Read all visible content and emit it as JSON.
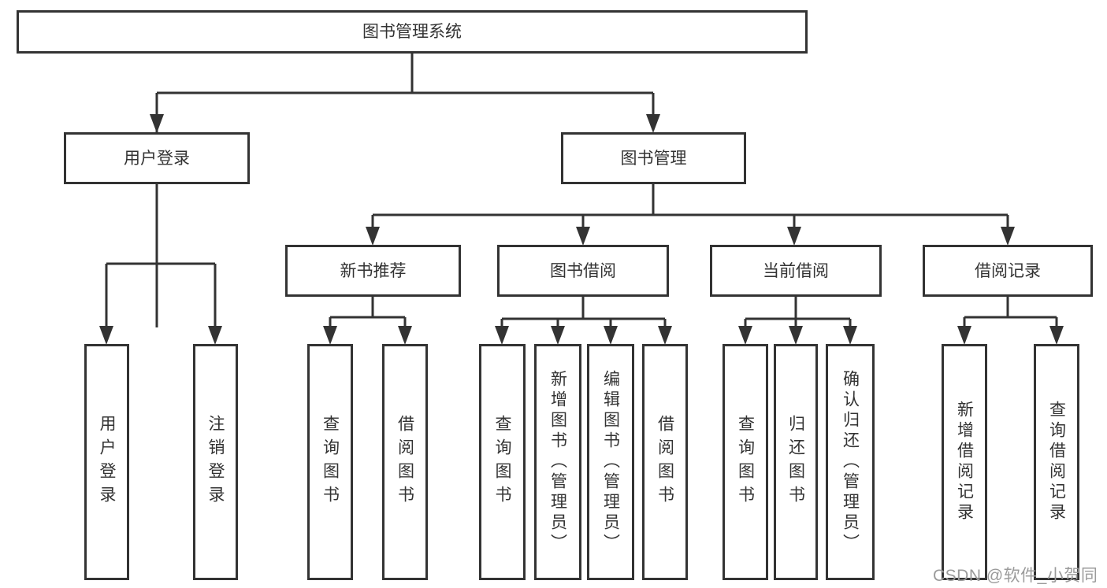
{
  "tree": {
    "label": "图书管理系统",
    "children": [
      {
        "label": "用户登录",
        "children": [
          {
            "label": "用户登录"
          },
          {
            "label": "注销登录"
          }
        ]
      },
      {
        "label": "图书管理",
        "children": [
          {
            "label": "新书推荐",
            "children": [
              {
                "label": "查询图书"
              },
              {
                "label": "借阅图书"
              }
            ]
          },
          {
            "label": "图书借阅",
            "children": [
              {
                "label": "查询图书"
              },
              {
                "label": "新增图书（管理员）"
              },
              {
                "label": "编辑图书（管理员）"
              },
              {
                "label": "借阅图书"
              }
            ]
          },
          {
            "label": "当前借阅",
            "children": [
              {
                "label": "查询图书"
              },
              {
                "label": "归还图书"
              },
              {
                "label": "确认归还（管理员）"
              }
            ]
          },
          {
            "label": "借阅记录",
            "children": [
              {
                "label": "新增借阅记录"
              },
              {
                "label": "查询借阅记录"
              }
            ]
          }
        ]
      }
    ]
  },
  "watermark": {
    "text": "CSDN @软件_小贺同学"
  },
  "colors": {
    "line": "#333333",
    "box_border": "#333333",
    "box_fill": "#ffffff",
    "text": "#333333",
    "watermark": "#9b9b9b",
    "background": "#ffffff"
  }
}
